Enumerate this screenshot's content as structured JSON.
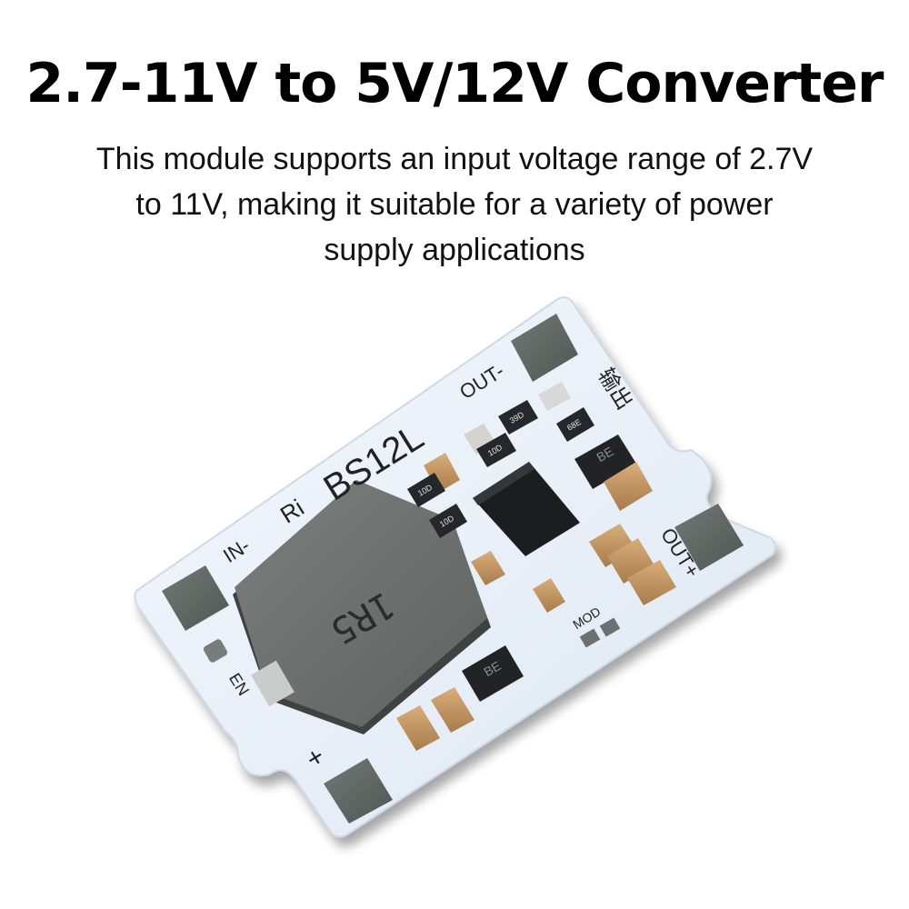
{
  "headline": "2.7-11V to 5V/12V Converter",
  "description": {
    "line1": "This module supports an input voltage range of 2.7V",
    "line2": "to 11V, making it suitable for a variety of power",
    "line3": "supply applications"
  },
  "board": {
    "model_label": "BS12L",
    "brand_mark": "Ri",
    "inductor_marking": "1R5",
    "pin_in_minus": "IN-",
    "pin_out_minus": "OUT-",
    "pin_out_plus": "OUT+",
    "pin_enable": "EN",
    "pin_plus": "+",
    "mode_label": "MOD",
    "output_chinese": "输出",
    "diode_marking": "BE",
    "resistor_markings": [
      "39D",
      "10D",
      "68E",
      "10D",
      "10D"
    ],
    "colors": {
      "pcb": "#e8eff9",
      "pad": "#5f6663",
      "inductor": "#6e7170",
      "chip": "#1c1d1f",
      "capacitor": "#c89b66",
      "silkscreen": "#222222"
    }
  }
}
